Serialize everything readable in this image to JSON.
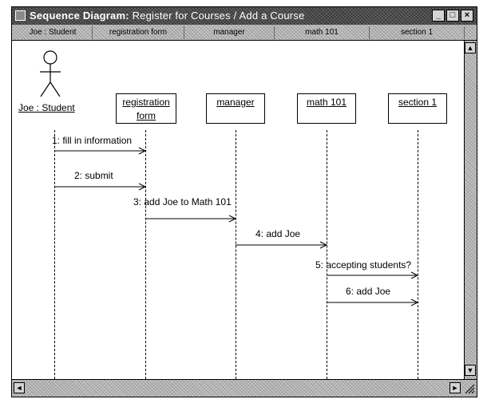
{
  "window": {
    "title_bold": "Sequence Diagram:",
    "title_rest": "Register for Courses / Add a Course",
    "minimize": "_",
    "maximize": "□",
    "close": "×"
  },
  "tabs": [
    "Joe : Student",
    "registration form",
    "manager",
    "math 101",
    "section 1"
  ],
  "actor": {
    "label": "Joe : Student"
  },
  "objects": [
    {
      "line1": "registration",
      "line2": "form"
    },
    {
      "line1": "manager",
      "line2": ""
    },
    {
      "line1": "math 101",
      "line2": ""
    },
    {
      "line1": "section 1",
      "line2": ""
    }
  ],
  "messages": [
    {
      "label": "1: fill in information",
      "from": 0,
      "to": 1
    },
    {
      "label": "2: submit",
      "from": 0,
      "to": 1
    },
    {
      "label": "3: add Joe to Math 101",
      "from": 1,
      "to": 2
    },
    {
      "label": "4: add Joe",
      "from": 2,
      "to": 3
    },
    {
      "label": "5: accepting students?",
      "from": 3,
      "to": 4
    },
    {
      "label": "6: add Joe",
      "from": 3,
      "to": 4
    }
  ],
  "scroll": {
    "up": "▲",
    "down": "▼",
    "left": "◄",
    "right": "►"
  }
}
